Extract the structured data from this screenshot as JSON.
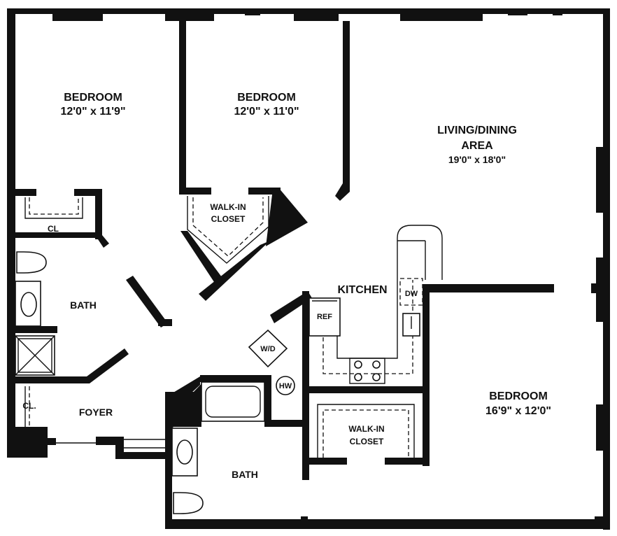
{
  "rooms": {
    "bedroom_nw": {
      "name": "BEDROOM",
      "dims": "12'0\" x 11'9\""
    },
    "bedroom_n": {
      "name": "BEDROOM",
      "dims": "12'0\" x 11'0\""
    },
    "living": {
      "name_line1": "LIVING/DINING",
      "name_line2": "AREA",
      "dims": "19'0\" x 18'0\""
    },
    "bedroom_se": {
      "name": "BEDROOM",
      "dims": "16'9\" x 12'0\""
    },
    "walkin_closet_n": {
      "line1": "WALK-IN",
      "line2": "CLOSET"
    },
    "walkin_closet_s": {
      "line1": "WALK-IN",
      "line2": "CLOSET"
    },
    "closet_cl": "CL",
    "closet_cl2": "CL.",
    "bath_w": "BATH",
    "bath_s": "BATH",
    "foyer": "FOYER",
    "kitchen": "KITCHEN"
  },
  "fixtures": {
    "refrigerator": "REF",
    "dishwasher": "DW",
    "washer_dryer": "W/D",
    "water_heater": "HW"
  }
}
